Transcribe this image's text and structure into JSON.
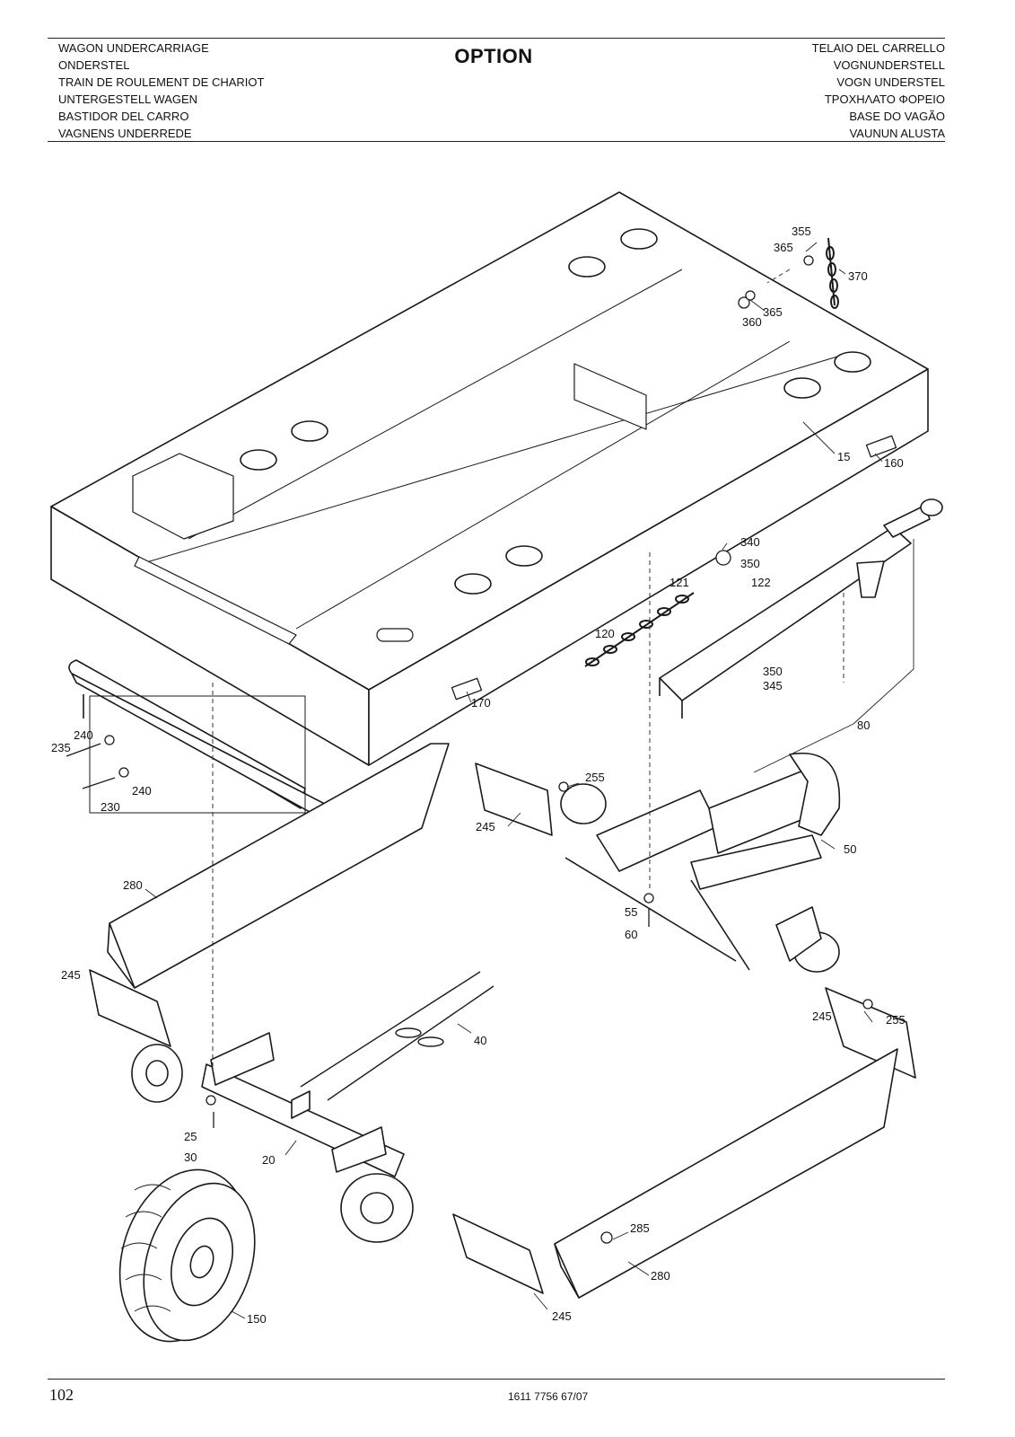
{
  "header": {
    "left": [
      "WAGON UNDERCARRIAGE",
      "ONDERSTEL",
      "TRAIN DE ROULEMENT DE CHARIOT",
      "UNTERGESTELL WAGEN",
      "BASTIDOR DEL CARRO",
      "VAGNENS UNDERREDE"
    ],
    "title": "OPTION",
    "right": [
      "TELAIO DEL CARRELLO",
      "VOGNUNDERSTELL",
      "VOGN UNDERSTEL",
      "ΤΡΟΧΗΛΑΤΟ ΦΟΡΕΙΟ",
      "BASE DO VAGÃO",
      "VAUNUN ALUSTA"
    ]
  },
  "diagram": {
    "callouts": {
      "c355": "355",
      "c365a": "365",
      "c370": "370",
      "c365b": "365",
      "c360": "360",
      "c15": "15",
      "c160": "160",
      "c340": "340",
      "c350a": "350",
      "c121": "121",
      "c122": "122",
      "c120": "120",
      "c350b": "350",
      "c345": "345",
      "c80": "80",
      "c170": "170",
      "c240a": "240",
      "c235": "235",
      "c240b": "240",
      "c230": "230",
      "c255a": "255",
      "c245a": "245",
      "c50": "50",
      "c280a": "280",
      "c55": "55",
      "c60": "60",
      "c245b": "245",
      "c40": "40",
      "c245c": "245",
      "c255b": "255",
      "c25": "25",
      "c30": "30",
      "c20": "20",
      "c285": "285",
      "c280b": "280",
      "c150": "150",
      "c245d": "245"
    }
  },
  "footer": {
    "page_number": "102",
    "doc_ref": "1611 7756 67/07"
  }
}
